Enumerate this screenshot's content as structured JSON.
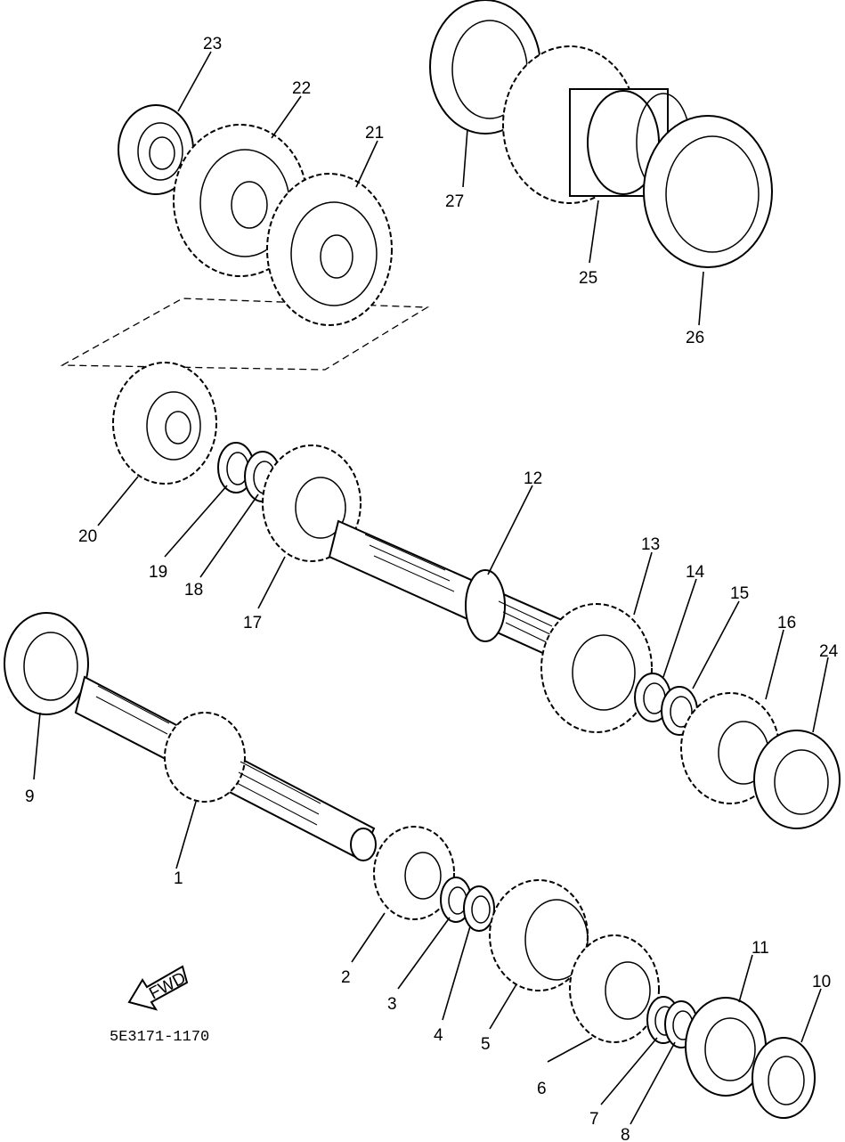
{
  "diagram": {
    "code": "5E3171-1170",
    "fwd_label": "FWD",
    "callouts": [
      "1",
      "2",
      "3",
      "4",
      "5",
      "6",
      "7",
      "8",
      "9",
      "10",
      "11",
      "12",
      "13",
      "14",
      "15",
      "16",
      "17",
      "18",
      "19",
      "20",
      "21",
      "22",
      "23",
      "24",
      "25",
      "26",
      "27"
    ]
  }
}
